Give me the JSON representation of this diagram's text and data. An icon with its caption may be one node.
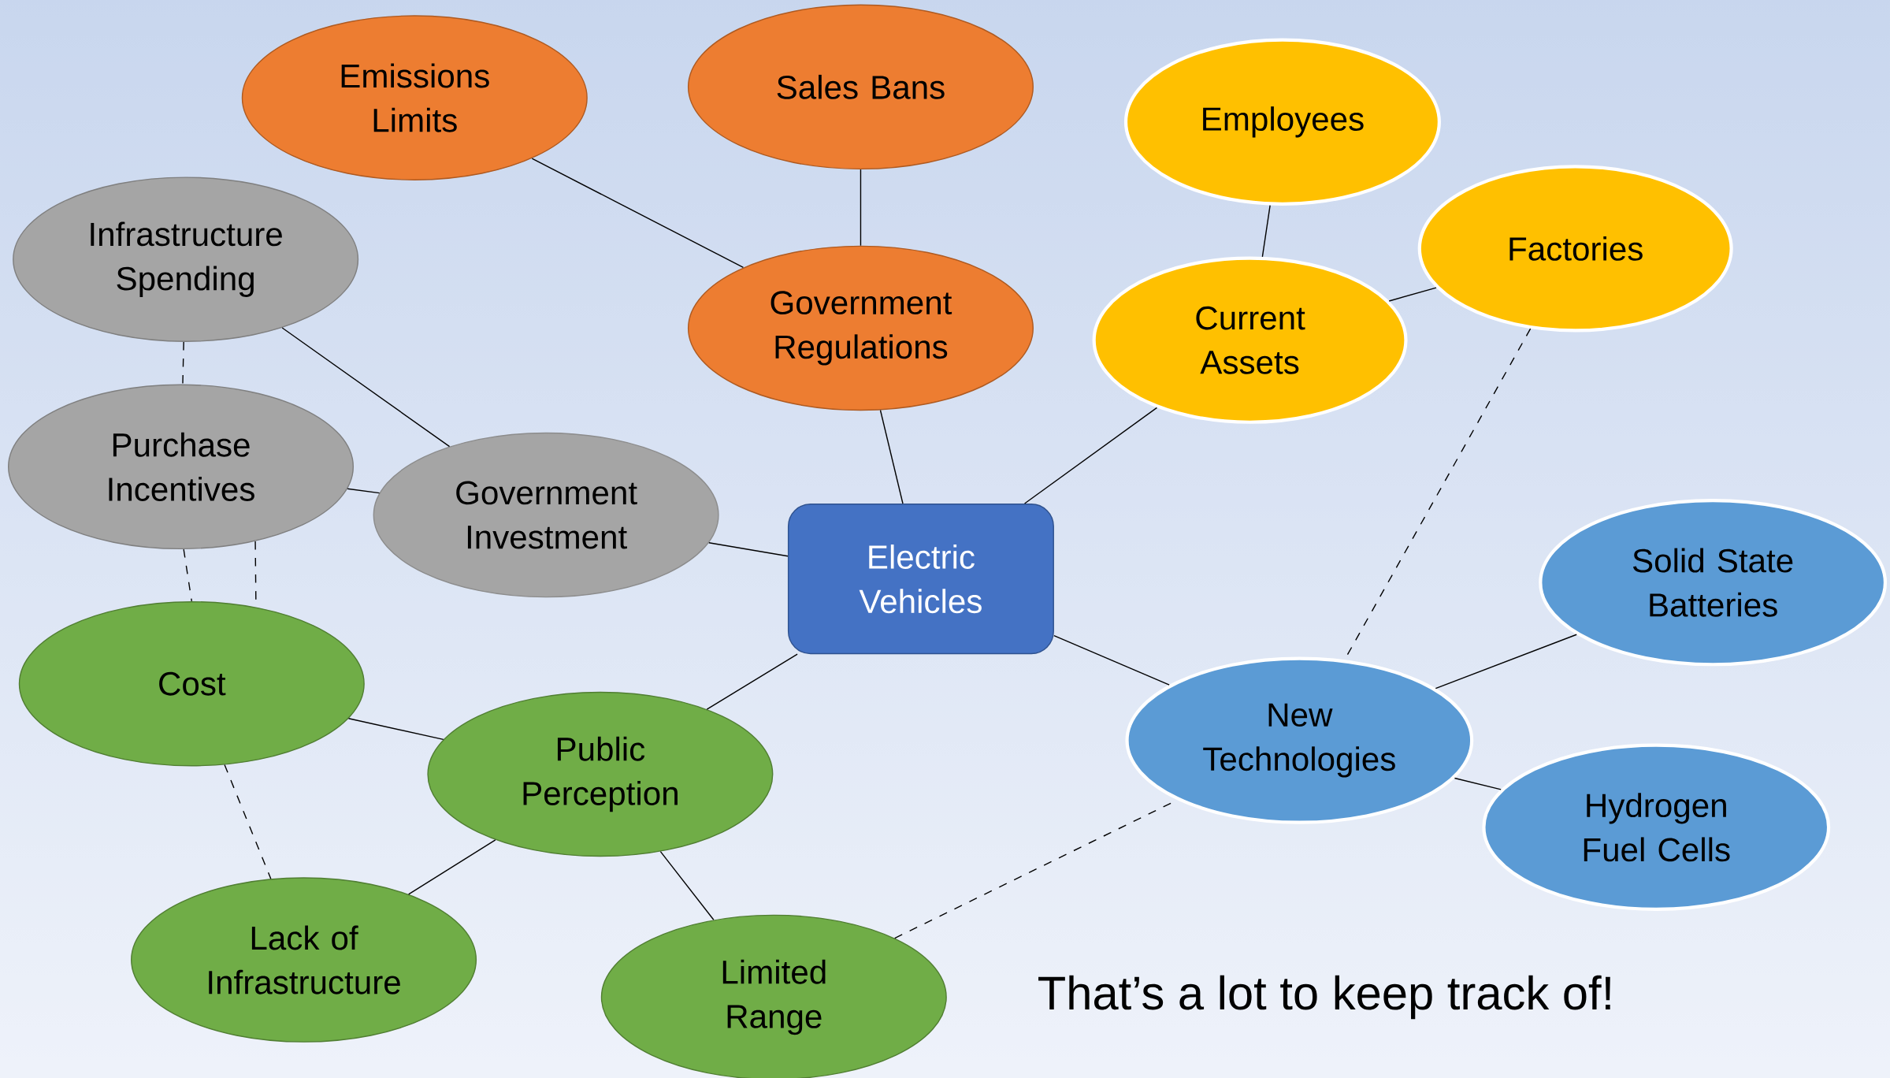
{
  "diagram": {
    "nodes": [
      {
        "text": [
          "Electric Vehicles"
        ]
      },
      {
        "text": [
          "Government Regulations"
        ]
      },
      {
        "text": [
          "Emissions Limits"
        ]
      },
      {
        "text": [
          "Sales Bans"
        ]
      },
      {
        "text": [
          "Current Assets"
        ]
      },
      {
        "text": [
          "Employees"
        ]
      },
      {
        "text": [
          "Factories"
        ]
      },
      {
        "text": [
          "Government Investment"
        ]
      },
      {
        "text": [
          "Infrastructure Spending"
        ]
      },
      {
        "text": [
          "Purchase Incentives"
        ]
      },
      {
        "text": [
          "Public Perception"
        ]
      },
      {
        "text": [
          "Cost"
        ]
      },
      {
        "text": [
          "Lack of Infrastructure"
        ]
      },
      {
        "text": [
          "Limited Range"
        ]
      },
      {
        "text": [
          "New Technologies"
        ]
      },
      {
        "text": [
          "Solid State Batteries"
        ]
      },
      {
        "text": [
          "Hydrogen Fuel Cells"
        ]
      }
    ],
    "edges": [
      {
        "from": 0,
        "to": 1,
        "arrow": "none"
      },
      {
        "from": 1,
        "to": 2,
        "arrow": "none"
      },
      {
        "from": 1,
        "to": 3,
        "arrow": "none"
      },
      {
        "from": 0,
        "to": 4,
        "arrow": "none"
      },
      {
        "from": 4,
        "to": 5,
        "arrow": "none"
      },
      {
        "from": 4,
        "to": 6,
        "arrow": "none"
      },
      {
        "from": 0,
        "to": 7,
        "arrow": "none"
      },
      {
        "from": 7,
        "to": 8,
        "arrow": "none"
      },
      {
        "from": 7,
        "to": 9,
        "arrow": "none"
      },
      {
        "from": 0,
        "to": 10,
        "arrow": "none"
      },
      {
        "from": 10,
        "to": 11,
        "arrow": "none"
      },
      {
        "from": 10,
        "to": 12,
        "arrow": "none"
      },
      {
        "from": 10,
        "to": 13,
        "arrow": "none"
      },
      {
        "from": 0,
        "to": 14,
        "arrow": "none"
      },
      {
        "from": 14,
        "to": 15,
        "arrow": "none"
      },
      {
        "from": 14,
        "to": 16,
        "arrow": "none"
      },
      {
        "from": 8,
        "to": 9,
        "arrow": "none",
        "style": "dashed"
      },
      {
        "from": 9,
        "to": 11,
        "arrow": "none",
        "style": "dashed"
      },
      {
        "from": 9,
        "to": 11,
        "arrow": "none",
        "style": "dashed"
      },
      {
        "from": 11,
        "to": 12,
        "arrow": "none",
        "style": "dashed"
      },
      {
        "from": 13,
        "to": 14,
        "arrow": "none",
        "style": "dashed"
      },
      {
        "from": 6,
        "to": 14,
        "arrow": "none",
        "style": "dashed"
      }
    ],
    "labels": [
      "That’s a lot to keep track of!"
    ]
  }
}
